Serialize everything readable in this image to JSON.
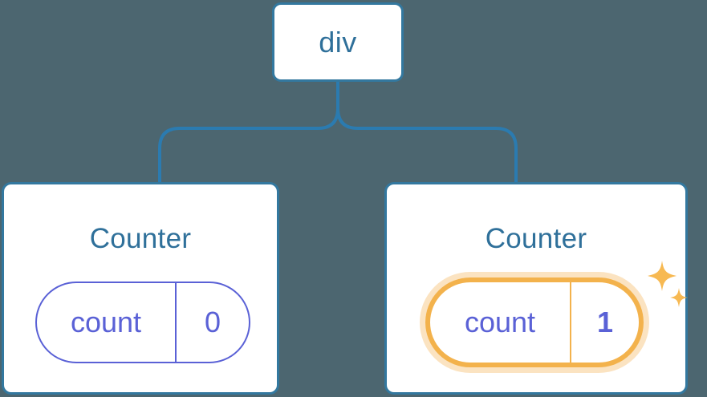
{
  "diagram": {
    "type": "component-tree",
    "background_color": "#4c6670",
    "node_border_color": "#33789f",
    "node_text_color": "#2f709a",
    "state_color": "#5a61d6",
    "highlight_color": "#f3b24c",
    "root": {
      "label": "div"
    },
    "children": [
      {
        "title": "Counter",
        "state_key": "count",
        "state_value": "0",
        "highlighted": false,
        "sparkle": false
      },
      {
        "title": "Counter",
        "state_key": "count",
        "state_value": "1",
        "highlighted": true,
        "sparkle": true
      }
    ],
    "icons": {
      "sparkle_large": "sparkle-icon",
      "sparkle_small": "sparkle-icon"
    }
  }
}
